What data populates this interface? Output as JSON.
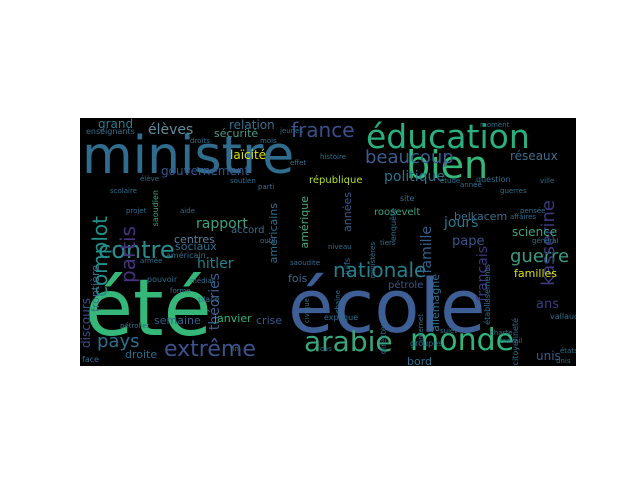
{
  "wordcloud": {
    "background": "#000000",
    "words": [
      {
        "text": "contre",
        "color": "#2a8b8c"
      },
      {
        "text": "été",
        "color": "#35b779"
      },
      {
        "text": "école",
        "color": "#3e5f95"
      },
      {
        "text": "ministre",
        "color": "#2f6c8e"
      },
      {
        "text": "éducation",
        "color": "#2ab07f"
      },
      {
        "text": "bien",
        "color": "#35b779"
      },
      {
        "text": "arabie",
        "color": "#3aa67e"
      },
      {
        "text": "monde",
        "color": "#2fb47c"
      },
      {
        "text": "nationale",
        "color": "#277f8e"
      },
      {
        "text": "extrême",
        "color": "#3b528b"
      },
      {
        "text": "complot",
        "color": "#21918c"
      },
      {
        "text": "france",
        "color": "#3a4f8c"
      },
      {
        "text": "beaucoup",
        "color": "#3b5d8d"
      },
      {
        "text": "guerre",
        "color": "#3d9b83"
      },
      {
        "text": "partis",
        "color": "#45337e"
      },
      {
        "text": "pays",
        "color": "#2e6f8e"
      },
      {
        "text": "kasserine",
        "color": "#3b3a7d"
      },
      {
        "text": "laïcité",
        "color": "#d8e219"
      },
      {
        "text": "politique",
        "color": "#2c718e"
      },
      {
        "text": "hitler",
        "color": "#26828e"
      },
      {
        "text": "jours",
        "color": "#2a7a8e"
      },
      {
        "text": "famille",
        "color": "#345f8d"
      },
      {
        "text": "réseaux",
        "color": "#3f6d8b"
      },
      {
        "text": "élèves",
        "color": "#5f8ea0"
      },
      {
        "text": "grand",
        "color": "#2b7b8e"
      },
      {
        "text": "relation",
        "color": "#3a6f8d"
      },
      {
        "text": "sécurité",
        "color": "#4a9a8a"
      },
      {
        "text": "gouvernement",
        "color": "#33568c"
      },
      {
        "text": "république",
        "color": "#b5de2b"
      },
      {
        "text": "rapport",
        "color": "#3fa283"
      },
      {
        "text": "centres",
        "color": "#5a7f9a"
      },
      {
        "text": "théories",
        "color": "#3b5d8d"
      },
      {
        "text": "frontière",
        "color": "#3d6b8b"
      },
      {
        "text": "discours",
        "color": "#3a4f8c"
      },
      {
        "text": "sociaux",
        "color": "#2e6f8e"
      },
      {
        "text": "semaine",
        "color": "#33638d"
      },
      {
        "text": "janvier",
        "color": "#2fb47c"
      },
      {
        "text": "crise",
        "color": "#3a5a8c"
      },
      {
        "text": "droite",
        "color": "#2b6d8e"
      },
      {
        "text": "fois",
        "color": "#3c6a8b"
      },
      {
        "text": "américains",
        "color": "#2e6f8e"
      },
      {
        "text": "amérique",
        "color": "#4aa97d"
      },
      {
        "text": "années",
        "color": "#3b5d8d"
      },
      {
        "text": "pape",
        "color": "#3b528b"
      },
      {
        "text": "science",
        "color": "#3fa283"
      },
      {
        "text": "belkacem",
        "color": "#3a6f8d"
      },
      {
        "text": "familles",
        "color": "#d8e219"
      },
      {
        "text": "allemagne",
        "color": "#2e6f8e"
      },
      {
        "text": "français",
        "color": "#3b3a7d"
      },
      {
        "text": "ans",
        "color": "#3b3a7d"
      },
      {
        "text": "pétrole",
        "color": "#3a5a8c"
      },
      {
        "text": "unis",
        "color": "#3b5d8d"
      },
      {
        "text": "bord",
        "color": "#2e6f8e"
      },
      {
        "text": "groupes",
        "color": "#2e6f8e"
      },
      {
        "text": "roosevelt",
        "color": "#3fa283"
      },
      {
        "text": "accord",
        "color": "#3a6f8d"
      },
      {
        "text": "enseignants",
        "color": "#3a6f8d"
      },
      {
        "text": "pouvoir",
        "color": "#2e6f8e"
      },
      {
        "text": "place",
        "color": "#2e6f8e"
      },
      {
        "text": "face",
        "color": "#2e6f8e"
      },
      {
        "text": "explique",
        "color": "#2e6f8e"
      },
      {
        "text": "question",
        "color": "#2e6f8e"
      },
      {
        "text": "site",
        "color": "#2e6f8e"
      },
      {
        "text": "enquête",
        "color": "#2e6f8e"
      },
      {
        "text": "juifs",
        "color": "#2e6f8e"
      },
      {
        "text": "chaîne",
        "color": "#2e6f8e"
      },
      {
        "text": "saoudien",
        "color": "#3fa283"
      },
      {
        "text": "américain",
        "color": "#2e6f8e"
      },
      {
        "text": "vallaud",
        "color": "#2e6f8e"
      },
      {
        "text": "citoyenneté",
        "color": "#2e6f8e"
      },
      {
        "text": "établissements",
        "color": "#2e6f8e"
      },
      {
        "text": "directeur",
        "color": "#2e6f8e"
      },
      {
        "text": "internet",
        "color": "#2e6f8e"
      },
      {
        "text": "général",
        "color": "#2e6f8e"
      },
      {
        "text": "étude",
        "color": "#2e6f8e"
      },
      {
        "text": "états",
        "color": "#2e6f8e"
      },
      {
        "text": "jeunes",
        "color": "#2e6f8e"
      },
      {
        "text": "mois",
        "color": "#2e6f8e"
      },
      {
        "text": "niveau",
        "color": "#2e6f8e"
      },
      {
        "text": "scolaire",
        "color": "#2e6f8e"
      },
      {
        "text": "ville",
        "color": "#2e6f8e"
      },
      {
        "text": "travail",
        "color": "#2e6f8e"
      },
      {
        "text": "histoire",
        "color": "#2e6f8e"
      },
      {
        "text": "élève",
        "color": "#2e6f8e"
      },
      {
        "text": "guerres",
        "color": "#2e6f8e"
      },
      {
        "text": "effet",
        "color": "#2e6f8e"
      },
      {
        "text": "charte",
        "color": "#2e6f8e"
      },
      {
        "text": "projet",
        "color": "#2e6f8e"
      },
      {
        "text": "parti",
        "color": "#2e6f8e"
      },
      {
        "text": "fin",
        "color": "#2e6f8e"
      },
      {
        "text": "aide",
        "color": "#2e6f8e"
      },
      {
        "text": "cas",
        "color": "#2e6f8e"
      },
      {
        "text": "armée",
        "color": "#2e6f8e"
      },
      {
        "text": "tiers",
        "color": "#2e6f8e"
      },
      {
        "text": "outil",
        "color": "#2e6f8e"
      },
      {
        "text": "forme",
        "color": "#2e6f8e"
      },
      {
        "text": "pensée",
        "color": "#2e6f8e"
      },
      {
        "text": "médias",
        "color": "#2e6f8e"
      },
      {
        "text": "affaires",
        "color": "#2e6f8e"
      },
      {
        "text": "année",
        "color": "#2e6f8e"
      },
      {
        "text": "sujet",
        "color": "#2e6f8e"
      },
      {
        "text": "pétrolier",
        "color": "#2e6f8e"
      },
      {
        "text": "soutien",
        "color": "#2e6f8e"
      },
      {
        "text": "droits",
        "color": "#2e6f8e"
      },
      {
        "text": "moment",
        "color": "#2e6f8e"
      },
      {
        "text": "civique",
        "color": "#2e6f8e"
      },
      {
        "text": "ministères",
        "color": "#2e6f8e"
      },
      {
        "text": "unis",
        "color": "#2e6f8e"
      },
      {
        "text": "saoudite",
        "color": "#2e6f8e"
      }
    ]
  }
}
